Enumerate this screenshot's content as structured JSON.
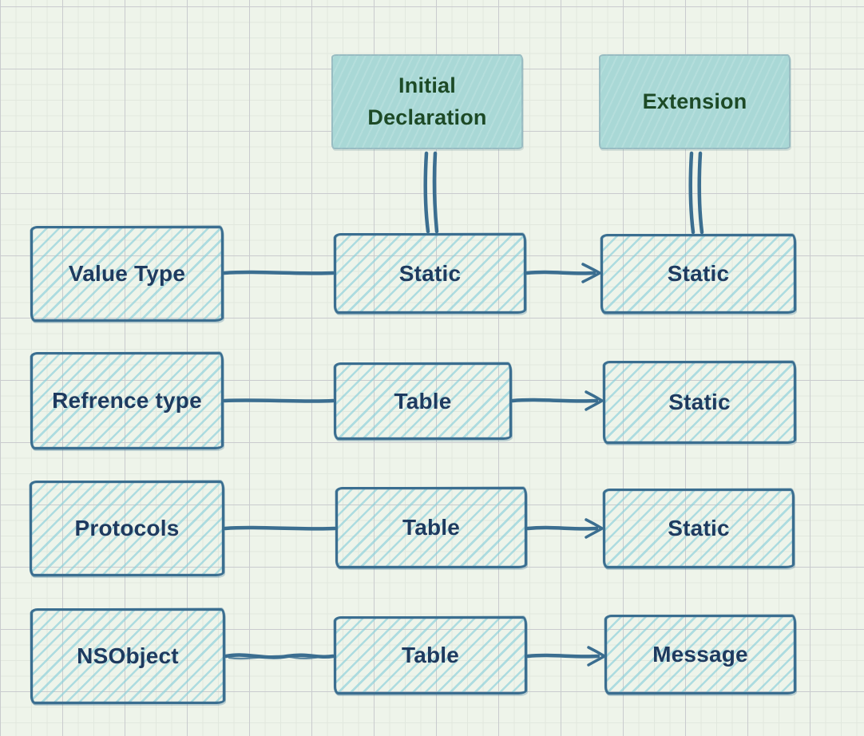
{
  "canvas": {
    "background": "#eef4ea",
    "grid_minor_color": "#e1e8de",
    "grid_major_color": "#c9cbce"
  },
  "palette": {
    "stroke_blue": "#3b6e90",
    "node_text_navy": "#1e3a5f",
    "hachure_teal": "#8acfda",
    "header_fill": "#a9d8d6",
    "header_text_green": "#1d4a26"
  },
  "headers": [
    {
      "label": "Initial Declaration"
    },
    {
      "label": "Extension"
    }
  ],
  "rows": [
    {
      "source": "Value Type",
      "middle": "Static",
      "target": "Static"
    },
    {
      "source": "Refrence type",
      "middle": "Table",
      "target": "Static"
    },
    {
      "source": "Protocols",
      "middle": "Table",
      "target": "Static"
    },
    {
      "source": "NSObject",
      "middle": "Table",
      "target": "Message"
    }
  ],
  "connectors": {
    "source_to_middle": "plain-line",
    "middle_to_target": "open-arrow",
    "header_to_middle": "double-line"
  }
}
